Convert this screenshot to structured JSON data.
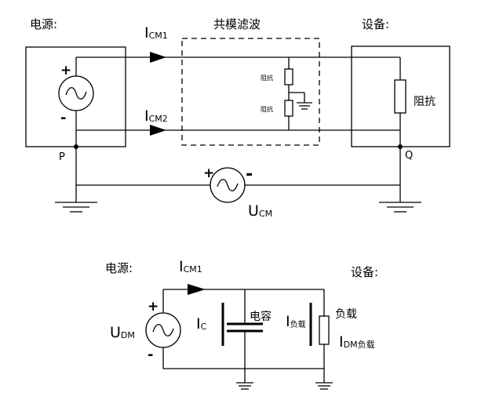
{
  "top": {
    "source_label": "电源:",
    "filter_label": "共模滤波",
    "device_label": "设备:",
    "icm1": {
      "main": "I",
      "sub": "CM1"
    },
    "icm2": {
      "main": "I",
      "sub": "CM2"
    },
    "plus": "+",
    "minus": "-",
    "small_resistor_1": "阻抗",
    "small_resistor_2": "阻抗",
    "device_impedance": "阻抗",
    "node_p": "P",
    "node_q": "Q",
    "ucm_plus": "+",
    "ucm_minus": "-",
    "ucm": {
      "main": "U",
      "sub": "CM"
    }
  },
  "bottom": {
    "source_label": "电源:",
    "device_label": "设备:",
    "icm1": {
      "main": "I",
      "sub": "CM1"
    },
    "plus": "+",
    "minus": "-",
    "udm": {
      "main": "U",
      "sub": "DM"
    },
    "ic": {
      "main": "I",
      "sub": "C"
    },
    "capacitor_label": "电容",
    "iload": {
      "main": "I",
      "sub": "负载"
    },
    "load_label": "负载",
    "idm_load": {
      "main": "I",
      "sub": "DM负载"
    }
  }
}
